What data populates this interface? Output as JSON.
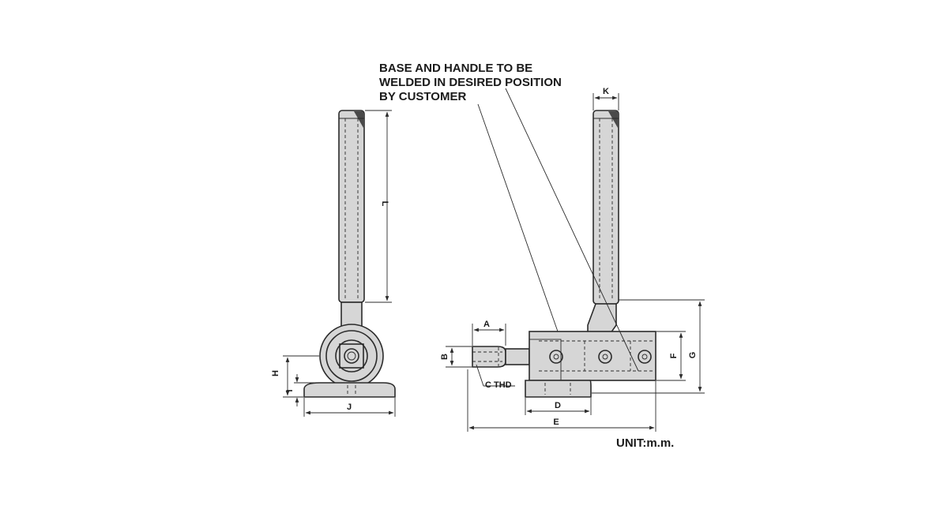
{
  "note": {
    "lines": [
      "BASE AND HANDLE TO BE",
      "WELDED IN DESIRED POSITION",
      "BY CUSTOMER"
    ]
  },
  "dimensions": {
    "A": "A",
    "B": "B",
    "C": "C THD",
    "D": "D",
    "E": "E",
    "F": "F",
    "G": "G",
    "H": "H",
    "I": "I",
    "J": "J",
    "K": "K",
    "L": "L"
  },
  "unit": "UNIT:m.m."
}
